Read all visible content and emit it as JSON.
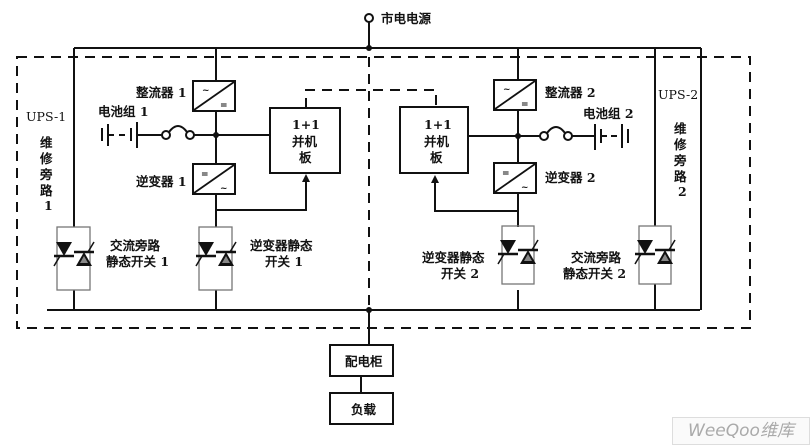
{
  "mains": "市电电源",
  "ups1": {
    "name": "UPS-1",
    "bypass_label": [
      "维",
      "修",
      "旁",
      "路",
      "1"
    ],
    "rectifier": "整流器 1",
    "battery": "电池组 1",
    "inverter": "逆变器 1",
    "bypass_switch": [
      "交流旁路",
      "静态开关 1"
    ],
    "inverter_switch": [
      "逆变器静态",
      "开关 1"
    ]
  },
  "ups2": {
    "name": "UPS-2",
    "bypass_label": [
      "维",
      "修",
      "旁",
      "路",
      "2"
    ],
    "rectifier": "整流器 2",
    "battery": "电池组 2",
    "inverter": "逆变器 2",
    "bypass_switch": [
      "交流旁路",
      "静态开关 2"
    ],
    "inverter_switch": [
      "逆变器静态",
      "开关 2"
    ]
  },
  "parallel_board": [
    "1+1",
    "并机",
    "板"
  ],
  "distribution_cabinet": "配电柜",
  "load": "负载",
  "watermark": "WeeQoo维库"
}
